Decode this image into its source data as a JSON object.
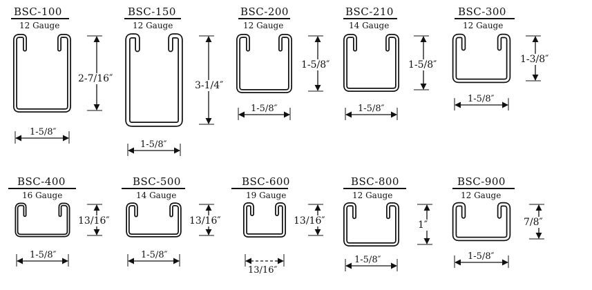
{
  "diagram_title": "",
  "channels": [
    {
      "name": "BSC-100",
      "gauge": "12 Gauge",
      "height_label": "2-7/16″",
      "width_label": "1-5/8″"
    },
    {
      "name": "BSC-150",
      "gauge": "12 Gauge",
      "height_label": "3-1/4″",
      "width_label": "1-5/8″"
    },
    {
      "name": "BSC-200",
      "gauge": "12 Gauge",
      "height_label": "1-5/8″",
      "width_label": "1-5/8″"
    },
    {
      "name": "BSC-210",
      "gauge": "14 Gauge",
      "height_label": "1-5/8″",
      "width_label": "1-5/8″"
    },
    {
      "name": "BSC-300",
      "gauge": "12 Gauge",
      "height_label": "1-3/8″",
      "width_label": "1-5/8″"
    },
    {
      "name": "BSC-400",
      "gauge": "16 Gauge",
      "height_label": "13/16″",
      "width_label": "1-5/8″"
    },
    {
      "name": "BSC-500",
      "gauge": "14 Gauge",
      "height_label": "13/16″",
      "width_label": "1-5/8″"
    },
    {
      "name": "BSC-600",
      "gauge": "19 Gauge",
      "height_label": "13/16″",
      "width_label": "13/16″"
    },
    {
      "name": "BSC-800",
      "gauge": "12 Gauge",
      "height_label": "1″",
      "width_label": "1-5/8″"
    },
    {
      "name": "BSC-900",
      "gauge": "12 Gauge",
      "height_label": "7/8″",
      "width_label": "1-5/8″"
    }
  ]
}
